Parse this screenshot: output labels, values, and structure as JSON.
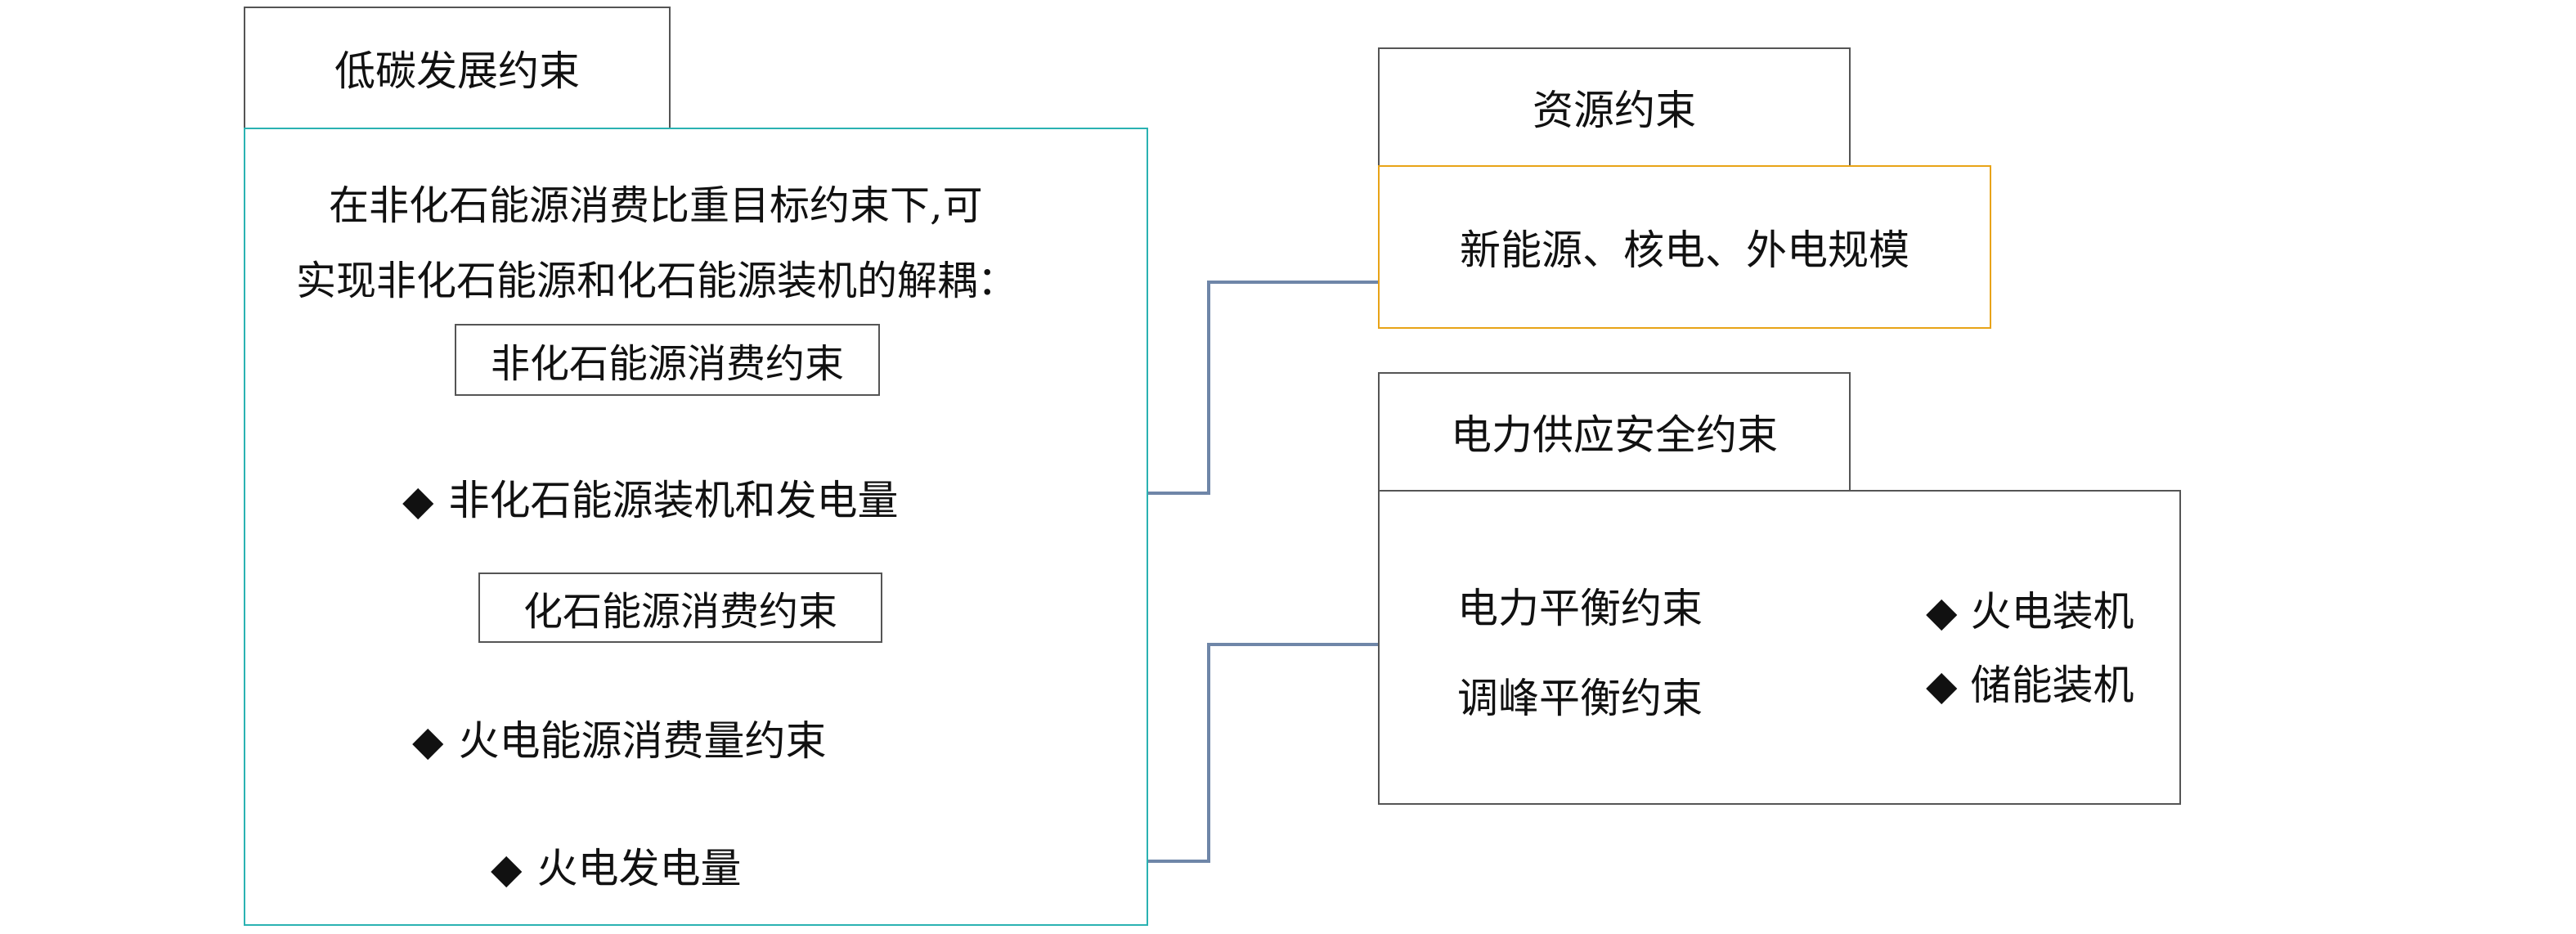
{
  "low_carbon": {
    "title": "低碳发展约束",
    "intro_line1": "在非化石能源消费比重目标约束下,可",
    "intro_line2": "实现非化石能源和化石能源装机的解耦：",
    "nonfossil_box": "非化石能源消费约束",
    "nonfossil_item": "非化石能源装机和发电量",
    "fossil_box": "化石能源消费约束",
    "thermal_consumption_item": "火电能源消费量约束",
    "thermal_generation_item": "火电发电量"
  },
  "resource": {
    "title": "资源约束",
    "content": "新能源、核电、外电规模"
  },
  "power_supply": {
    "title": "电力供应安全约束",
    "balance1": "电力平衡约束",
    "balance2": "调峰平衡约束",
    "result1": "火电装机",
    "result2": "储能装机"
  },
  "bullet_symbol": "◆",
  "colors": {
    "teal_border": "#2ab2b2",
    "orange_border": "#e8a317",
    "green_arrow": "#6a9a32",
    "blue_arrow": "#3f55a8",
    "light_blue_arrow": "#5b80c8",
    "connector": "#6f86a8"
  }
}
